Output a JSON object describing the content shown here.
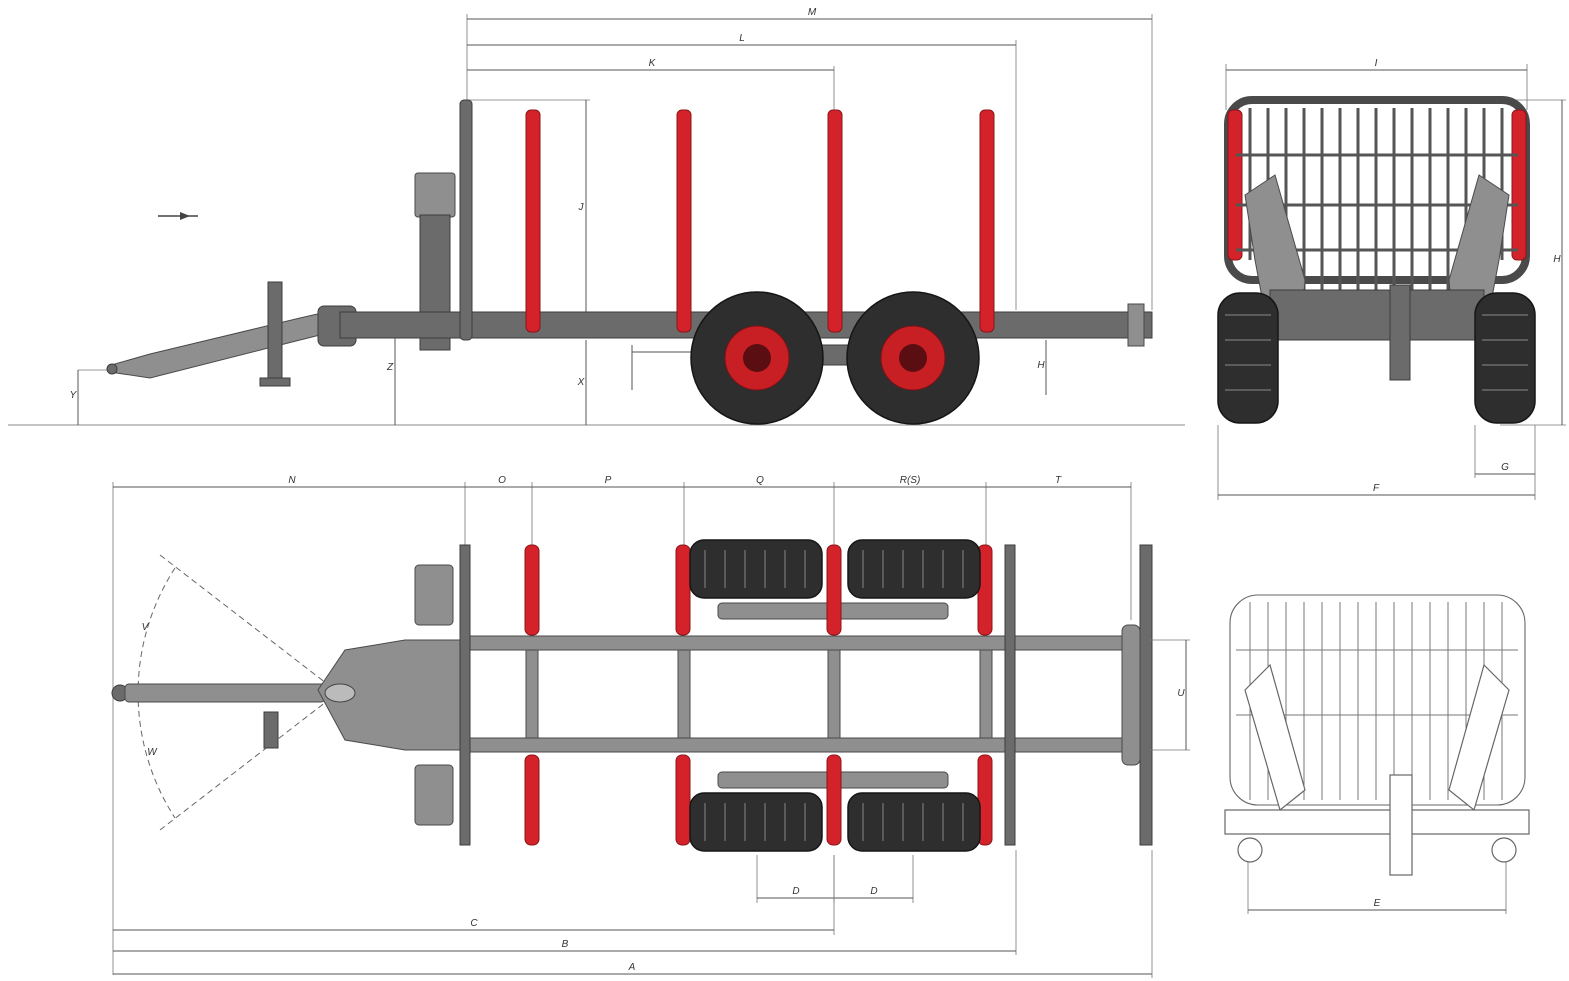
{
  "labels": {
    "top_M": "M",
    "top_L": "L",
    "top_K": "K",
    "side_J": "J",
    "side_Z": "Z",
    "side_X": "X",
    "side_Y": "Y",
    "side_H": "H",
    "front_I": "I",
    "front_F": "F",
    "front_G": "G",
    "front_H": "H",
    "plan_N": "N",
    "plan_O": "O",
    "plan_P": "P",
    "plan_Q": "Q",
    "plan_RS": "R(S)",
    "plan_T": "T",
    "plan_U": "U",
    "plan_D1": "D",
    "plan_D2": "D",
    "plan_C": "C",
    "plan_B": "B",
    "plan_A": "A",
    "plan_V": "V",
    "plan_W": "W",
    "rear_E": "E"
  },
  "colors": {
    "stake_red": "#d3222a",
    "frame_gray": "#6b6b6b",
    "tire_black": "#2e2e2e"
  }
}
